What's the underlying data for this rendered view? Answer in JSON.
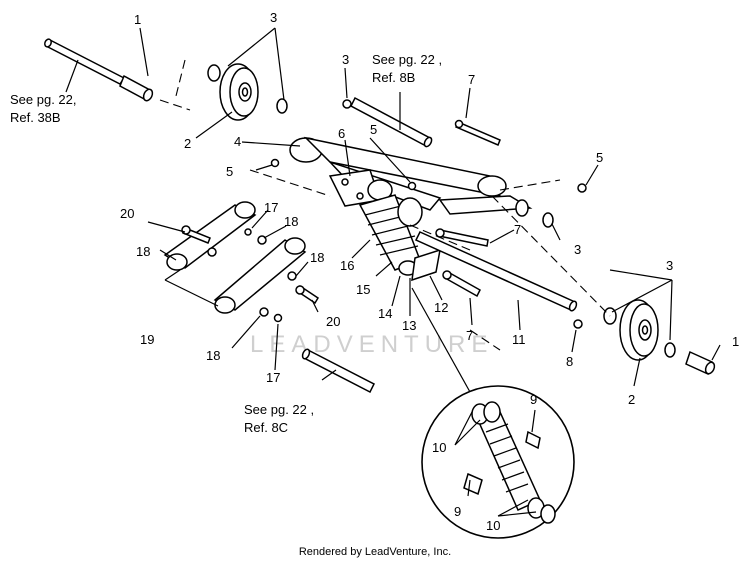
{
  "diagram": {
    "callouts": {
      "c1a": "1",
      "c1b": "1",
      "c2a": "2",
      "c2b": "2",
      "c3a": "3",
      "c3b": "3",
      "c3c": "3",
      "c3d": "3",
      "c4": "4",
      "c5a": "5",
      "c5b": "5",
      "c5c": "5",
      "c6": "6",
      "c7a": "7",
      "c7b": "7",
      "c7c": "7",
      "c8": "8",
      "c9a": "9",
      "c9b": "9",
      "c10a": "10",
      "c10b": "10",
      "c11": "11",
      "c12": "12",
      "c13": "13",
      "c14": "14",
      "c15": "15",
      "c16": "16",
      "c17a": "17",
      "c17b": "17",
      "c18a": "18",
      "c18b": "18",
      "c18c": "18",
      "c18d": "18",
      "c19": "19",
      "c20a": "20",
      "c20b": "20"
    },
    "notes": {
      "ref38b_line1": "See pg. 22,",
      "ref38b_line2": "Ref. 38B",
      "ref8b_line1": "See pg. 22 ,",
      "ref8b_line2": "Ref. 8B",
      "ref8c_line1": "See pg. 22 ,",
      "ref8c_line2": "Ref. 8C"
    },
    "watermark": "LEADVENTURE"
  },
  "footer": {
    "text": "Rendered by LeadVenture, Inc."
  }
}
